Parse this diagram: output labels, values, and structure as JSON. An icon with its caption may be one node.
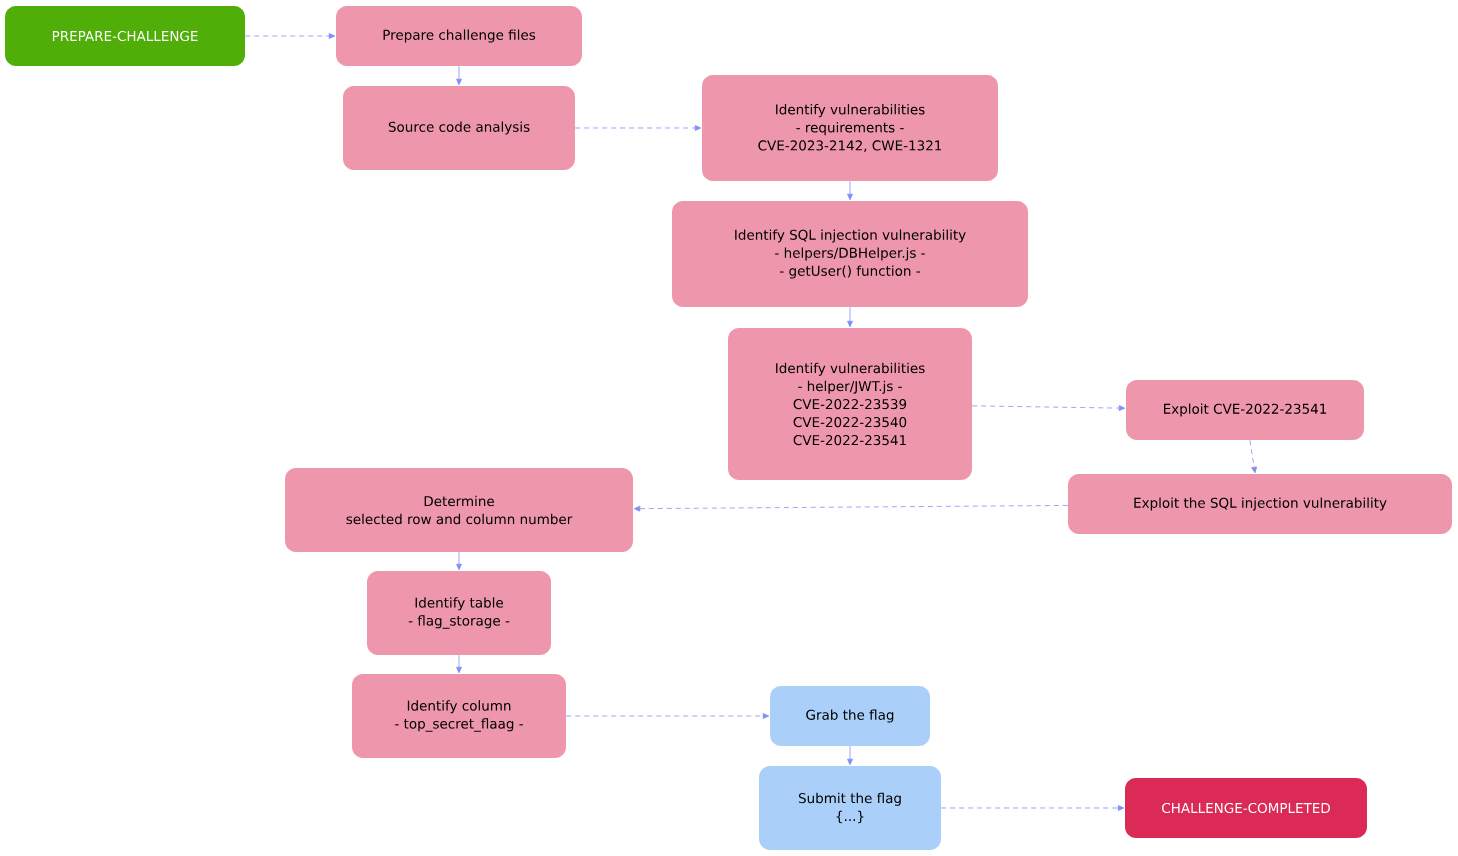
{
  "diagram": {
    "nodes": [
      {
        "text": [
          "PREPARE-CHALLENGE"
        ]
      },
      {
        "text": [
          "Prepare challenge files"
        ]
      },
      {
        "text": [
          "Source code analysis"
        ]
      },
      {
        "text": [
          "Identify vulnerabilities",
          "- requirements -",
          "CVE-2023-2142, CWE-1321"
        ]
      },
      {
        "text": [
          "Identify SQL injection vulnerability",
          "- helpers/DBHelper.js -",
          "- getUser() function -"
        ]
      },
      {
        "text": [
          "Identify vulnerabilities",
          "- helper/JWT.js -",
          "CVE-2022-23539",
          "CVE-2022-23540",
          "CVE-2022-23541"
        ]
      },
      {
        "text": [
          "Exploit CVE-2022-23541"
        ]
      },
      {
        "text": [
          "Exploit the SQL injection vulnerability"
        ]
      },
      {
        "text": [
          "Determine selected row and column number"
        ]
      },
      {
        "text": [
          "Identify table",
          "- flag_storage -"
        ]
      },
      {
        "text": [
          "Identify column",
          "- top_secret_flaag -"
        ]
      },
      {
        "text": [
          "Grab the flag"
        ]
      },
      {
        "text": [
          "Submit the flag",
          "{...}"
        ]
      },
      {
        "text": [
          "CHALLENGE-COMPLETED"
        ]
      }
    ],
    "edges": [
      {
        "from": 0,
        "to": 1,
        "arrow": "to",
        "style": "dashed"
      },
      {
        "from": 1,
        "to": 2,
        "arrow": "to"
      },
      {
        "from": 2,
        "to": 3,
        "arrow": "to",
        "style": "dashed"
      },
      {
        "from": 3,
        "to": 4,
        "arrow": "to"
      },
      {
        "from": 4,
        "to": 5,
        "arrow": "to"
      },
      {
        "from": 5,
        "to": 6,
        "arrow": "to",
        "style": "dashed"
      },
      {
        "from": 6,
        "to": 7,
        "arrow": "to",
        "style": "dashed"
      },
      {
        "from": 7,
        "to": 8,
        "arrow": "to",
        "style": "dashed"
      },
      {
        "from": 8,
        "to": 9,
        "arrow": "to"
      },
      {
        "from": 9,
        "to": 10,
        "arrow": "to"
      },
      {
        "from": 10,
        "to": 11,
        "arrow": "to",
        "style": "dashed"
      },
      {
        "from": 11,
        "to": 12,
        "arrow": "to"
      },
      {
        "from": 12,
        "to": 13,
        "arrow": "to",
        "style": "dashed"
      }
    ]
  }
}
